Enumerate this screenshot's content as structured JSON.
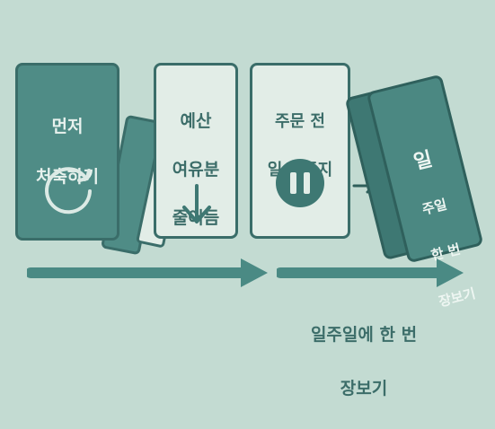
{
  "cards": {
    "first": {
      "line1": "먼저",
      "line2": "처축하기",
      "icon": "refresh-icon"
    },
    "second": {
      "line1": "예산",
      "line2": "여유분",
      "line3": "줄어듬",
      "icon": "arrow-down-icon"
    },
    "third": {
      "line1": "주문 전",
      "line2": "일시 중지",
      "icon": "pause-icon"
    },
    "tilted": {
      "line1": "일",
      "line2": "주일",
      "line3": "한 번",
      "line4": "장보기"
    }
  },
  "caption": {
    "line1": "일주일에 한 번",
    "line2": "장보기"
  },
  "colors": {
    "background": "#c3dbd2",
    "accent": "#4f8c86",
    "dark": "#3a6d69",
    "light": "#e2ede7"
  }
}
